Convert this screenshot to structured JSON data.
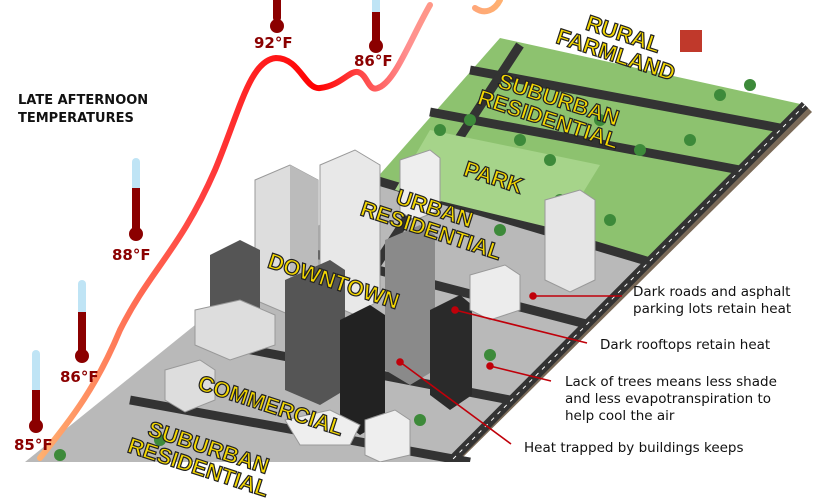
{
  "heading": {
    "line1": "LATE AFTERNOON",
    "line2": "TEMPERATURES"
  },
  "temperatures": [
    {
      "zone": "suburban-residential",
      "value": "85°F"
    },
    {
      "zone": "commercial",
      "value": "86°F"
    },
    {
      "zone": "downtown",
      "value": "88°F"
    },
    {
      "zone": "urban-residential",
      "value": "92°F"
    },
    {
      "zone": "park",
      "value": "86°F"
    }
  ],
  "zones": {
    "rural1": "RURAL",
    "rural2": "FARMLAND",
    "suburban1": "SUBURBAN",
    "suburban2": "RESIDENTIAL",
    "park": "PARK",
    "urban1": "URBAN",
    "urban2": "RESIDENTIAL",
    "downtown": "DOWNTOWN",
    "commercial": "COMMERCIAL",
    "suburban_bottom1": "SUBURBAN",
    "suburban_bottom2": "RESIDENTIAL"
  },
  "notes": {
    "roads1": "Dark roads and asphalt",
    "roads2": "parking lots retain heat",
    "rooftops": "Dark rooftops retain heat",
    "trees1": "Lack of trees means less shade",
    "trees2": "and less evapotranspiration to",
    "trees3": "help cool the air",
    "trapped1": "Heat trapped by buildings keeps"
  },
  "colors": {
    "curve_hot": "#ff1a1a",
    "curve_cool": "#ffb070",
    "label_yellow": "#f5d800",
    "temp_red": "#8b0000",
    "leader": "#c0000a"
  }
}
